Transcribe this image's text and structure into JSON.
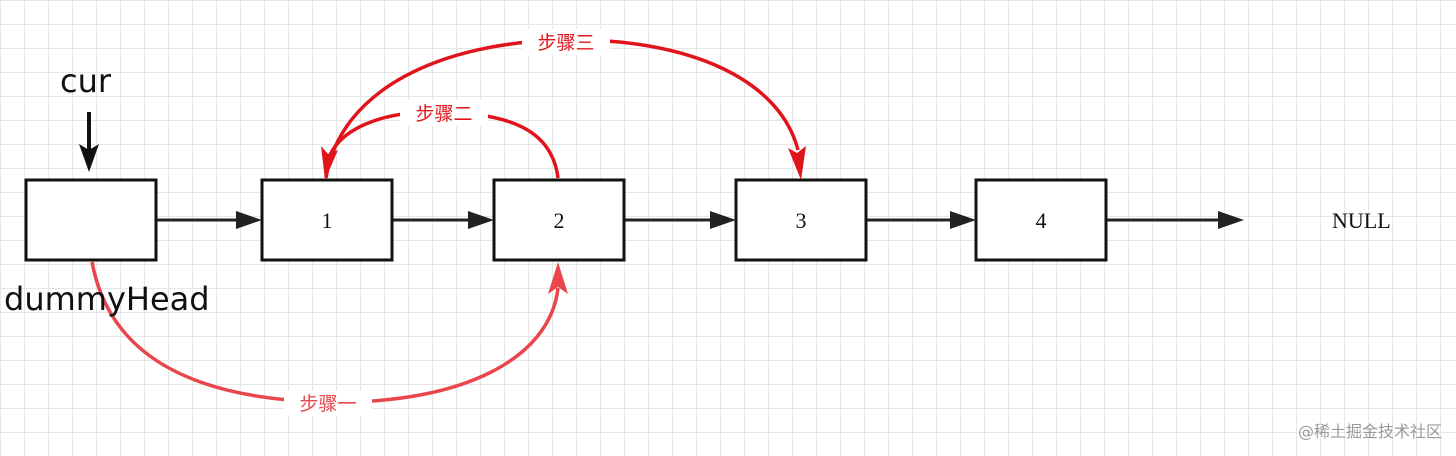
{
  "colors": {
    "step_arrow": "#e0151b",
    "step_arrow_light": "#e8464b",
    "node_stroke": "#111111",
    "link_arrow": "#222222",
    "watermark": "#9a9a9a"
  },
  "dummy": {
    "label": "dummyHead"
  },
  "pointer": {
    "label": "cur"
  },
  "nodes": [
    {
      "value": "1"
    },
    {
      "value": "2"
    },
    {
      "value": "3"
    },
    {
      "value": "4"
    }
  ],
  "tail": {
    "label": "NULL"
  },
  "steps": [
    {
      "label": "步骤一"
    },
    {
      "label": "步骤二"
    },
    {
      "label": "步骤三"
    }
  ],
  "watermark": {
    "text": "@稀土掘金技术社区"
  }
}
